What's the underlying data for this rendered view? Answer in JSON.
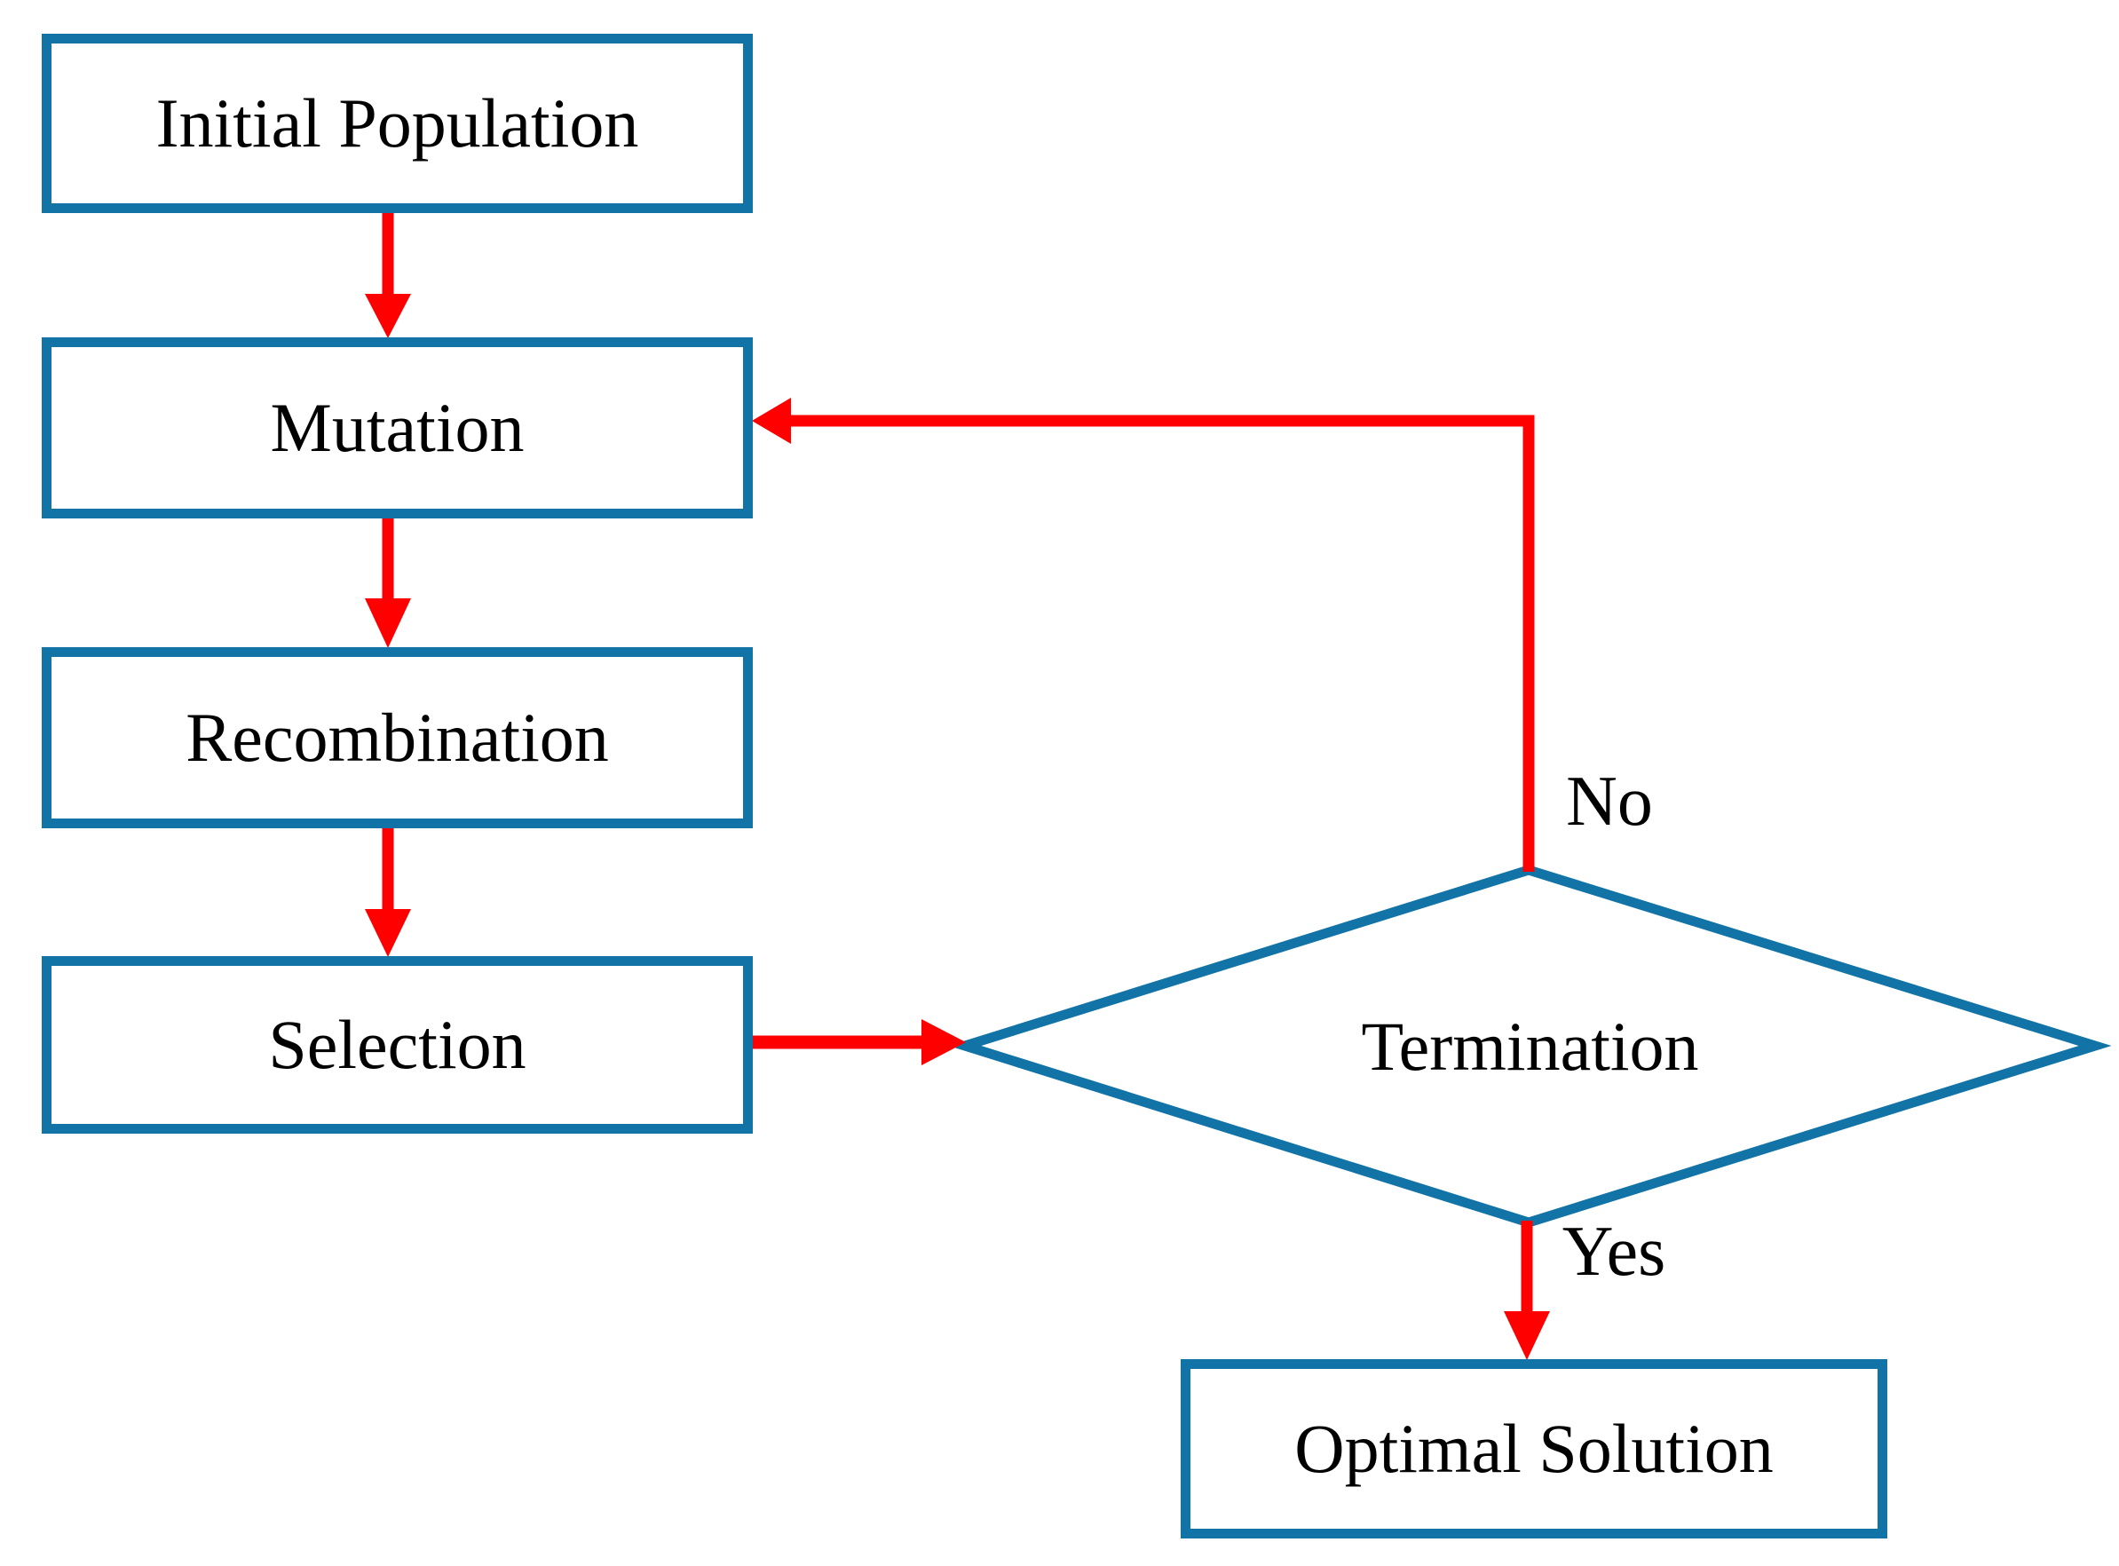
{
  "diagram": {
    "nodes": {
      "initial_population": "Initial Population",
      "mutation": "Mutation",
      "recombination": "Recombination",
      "selection": "Selection",
      "termination": "Termination",
      "optimal_solution": "Optimal Solution"
    },
    "edge_labels": {
      "no": "No",
      "yes": "Yes"
    },
    "colors": {
      "node_border": "#1173a6",
      "arrow": "#ff0000",
      "text": "#000000",
      "background": "#ffffff"
    }
  }
}
